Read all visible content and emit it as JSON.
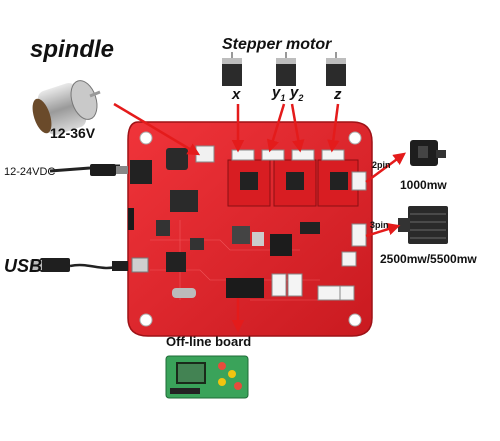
{
  "labels": {
    "spindle": "spindle",
    "spindle_voltage": "12-36V",
    "stepper_motor": "Stepper motor",
    "axis_x": "x",
    "axis_y": "y",
    "axis_y1_sub": "1",
    "axis_y2_sub": "2",
    "axis_z": "z",
    "power_input": "12-24VDC",
    "usb": "USB",
    "offline_board": "Off-line board",
    "laser_small_pin": "2pin",
    "laser_small_power": "1000mw",
    "laser_large_pin": "3pin",
    "laser_large_power": "2500mw/5500mw"
  },
  "colors": {
    "pcb_red": "#e8262b",
    "pcb_dark_red": "#b3161b",
    "arrow_red": "#e41b1b",
    "driver_red": "#d81d22",
    "heatsink": "#2a2a2a",
    "offline_board_green": "#3aa35a"
  },
  "icons": {
    "spindle": "dc-motor-icon",
    "stepper": "stepper-motor-icon",
    "power": "dc-barrel-plug-icon",
    "usb": "usb-cable-icon",
    "laser_small": "laser-module-small-icon",
    "laser_large": "laser-module-large-icon",
    "offline": "offline-controller-icon"
  }
}
